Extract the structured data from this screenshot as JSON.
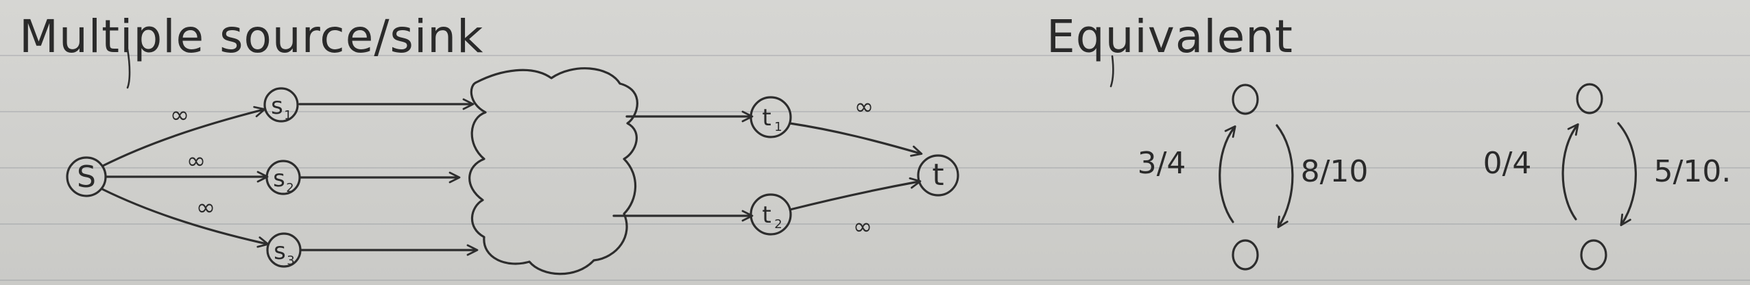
{
  "titles": {
    "left": "Multiple source/sink",
    "right": "Equivalent"
  },
  "nodes": {
    "s": {
      "main": "S",
      "sub": ""
    },
    "s1": {
      "main": "s",
      "sub": "1"
    },
    "s2": {
      "main": "s",
      "sub": "2"
    },
    "s3": {
      "main": "s",
      "sub": "3"
    },
    "t1": {
      "main": "t",
      "sub": "1"
    },
    "t2": {
      "main": "t",
      "sub": "2"
    },
    "t": {
      "main": "t",
      "sub": ""
    }
  },
  "labels": {
    "inf": "∞",
    "left_pair_left": "3/4",
    "left_pair_right": "8/10",
    "right_pair_left": "0/4",
    "right_pair_right": "5/10."
  }
}
